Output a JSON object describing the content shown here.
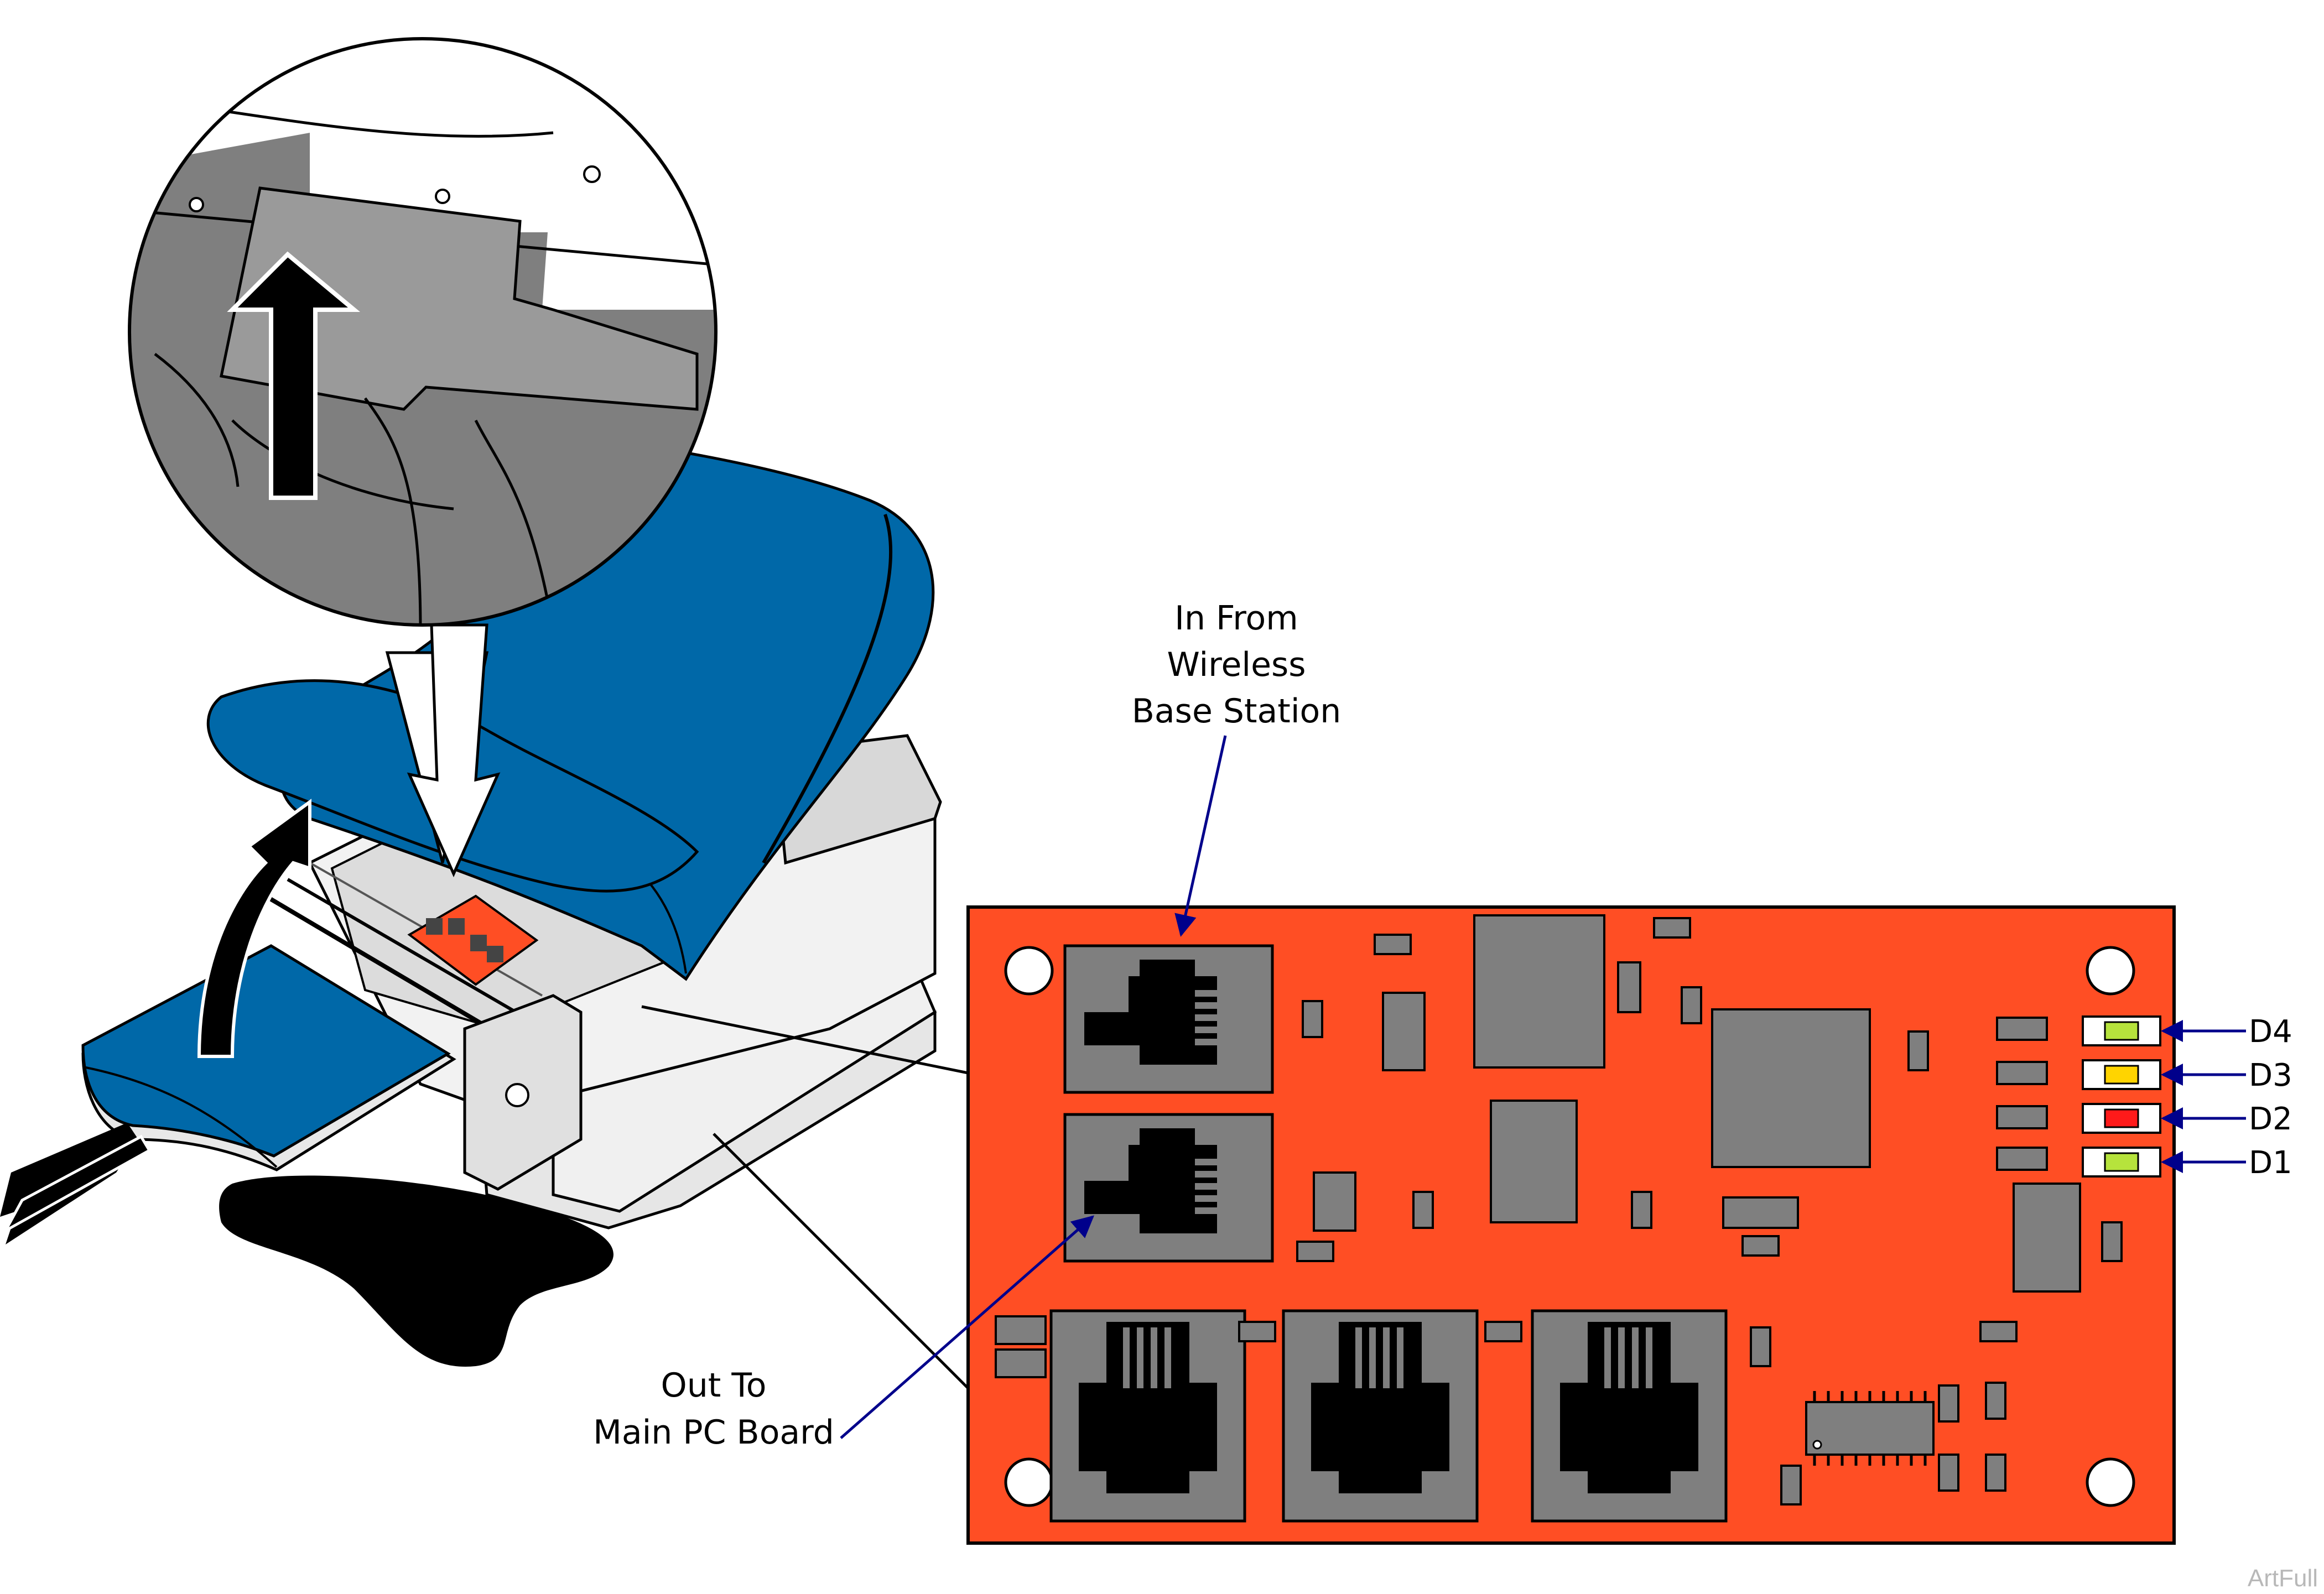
{
  "callouts": {
    "in_from_line1": "In From",
    "in_from_line2": "Wireless",
    "in_from_line3": "Base Station",
    "out_to_line1": "Out To",
    "out_to_line2": "Main PC Board"
  },
  "leds": [
    {
      "label": "D4",
      "color": "#b6e33c"
    },
    {
      "label": "D3",
      "color": "#ffd400"
    },
    {
      "label": "D2",
      "color": "#ff1a1a"
    },
    {
      "label": "D1",
      "color": "#b6e33c"
    }
  ],
  "watermark": "ArtFull",
  "colors": {
    "board": "#ff4e24",
    "upholstery": "#0068a8",
    "zoom_gray": "#7f7f7f",
    "leader_line": "#00008b"
  }
}
